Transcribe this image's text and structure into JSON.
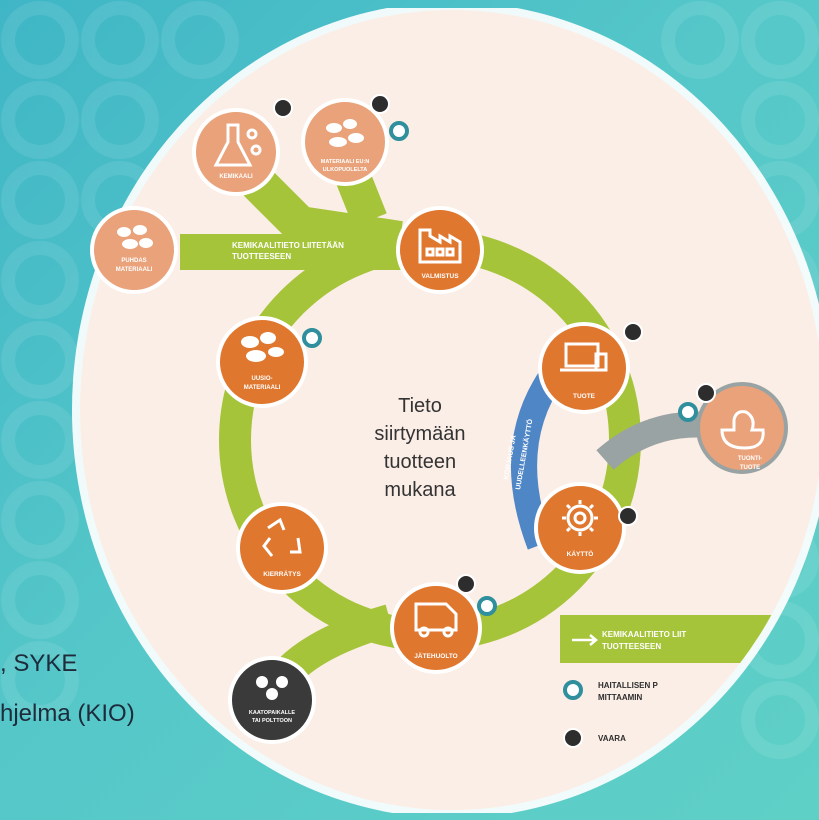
{
  "caption": {
    "line1": ", SYKE",
    "line2": "hjelma (KIO)"
  },
  "center_text": {
    "lines": [
      "Tieto",
      "siirtymään",
      "tuotteen",
      "mukana"
    ]
  },
  "flow_label": {
    "line1": "KEMIKAALITIETO LIITETÄÄN",
    "line2": "TUOTTEESEEN"
  },
  "feedback_label": {
    "line1": "KORJAUS JA",
    "line2": "UUDELLEENKÄYTTÖ"
  },
  "nodes": {
    "kemikaali": "KEMIKAALI",
    "materiaali_euin": [
      "MATERIAALI EU:N",
      "ULKOPUOLELTA"
    ],
    "puhdas": [
      "PUHDAS",
      "MATERIAALI"
    ],
    "valmistus": "VALMISTUS",
    "tuote": "TUOTE",
    "tuontituote": [
      "TUONTI-",
      "TUOTE"
    ],
    "kaytto": "KÄYTTÖ",
    "jatehuolto": "JÄTEHUOLTO",
    "kierratys": "KIERRÄTYS",
    "uusiomateriaali": [
      "UUSIO-",
      "MATERIAALI"
    ],
    "kaatopaikalle": [
      "KAATOPAIKALLE",
      "TAI POLTTOON"
    ]
  },
  "legend": {
    "item1": [
      "KEMIKAALITIETO LIIT",
      "TUOTTEESEEN"
    ],
    "item2": [
      "HAITALLISEN P",
      "MITTAAMIN"
    ],
    "item3": "VAARA"
  },
  "colors": {
    "orange": "#e0772e",
    "light_orange": "#e9a27a",
    "green": "#a5c43a",
    "blue": "#4f86c6",
    "teal": "#2f8f9d",
    "dark": "#3a3a3a",
    "grey": "#9aa3a3",
    "background": "#fbeee6"
  }
}
